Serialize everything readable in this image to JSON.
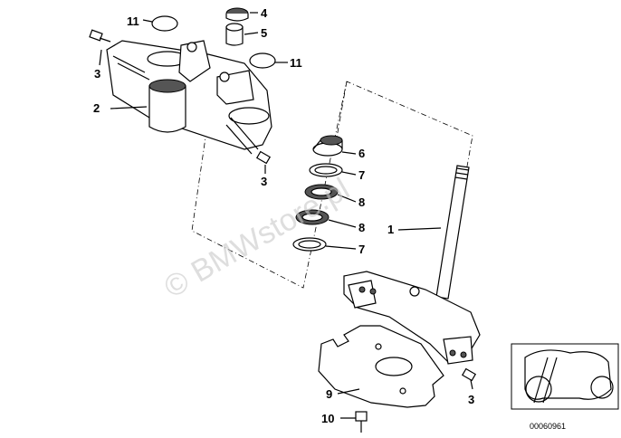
{
  "labels": {
    "l1": "1",
    "l2": "2",
    "l3a": "3",
    "l3b": "3",
    "l3c": "3",
    "l4": "4",
    "l5": "5",
    "l6": "6",
    "l7a": "7",
    "l7b": "7",
    "l8a": "8",
    "l8b": "8",
    "l9": "9",
    "l10": "10",
    "l11a": "11",
    "l11b": "11"
  },
  "watermark": "© BMWstore.pl",
  "reference_code": "00060961",
  "icon": "motorcycle-location-icon"
}
